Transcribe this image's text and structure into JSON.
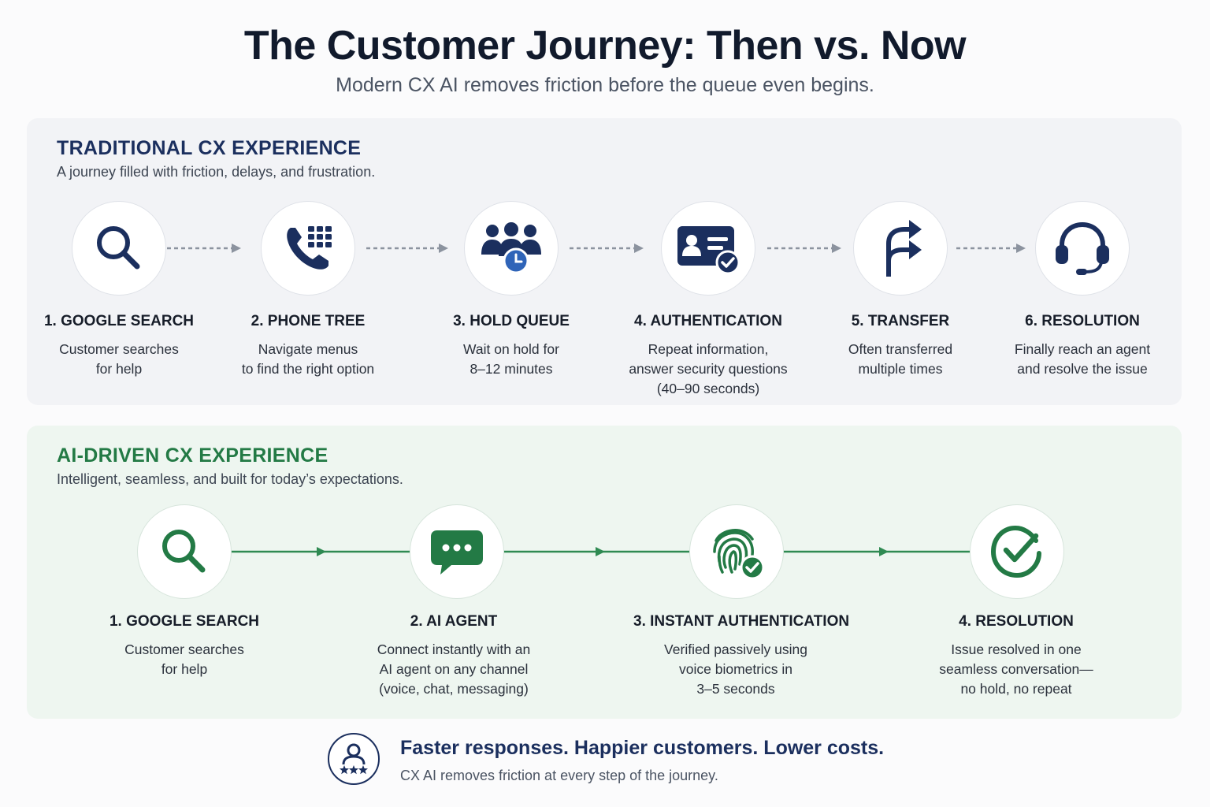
{
  "header": {
    "title": "The Customer Journey: Then vs. Now",
    "subtitle": "Modern CX AI removes friction before the queue even begins."
  },
  "traditional": {
    "heading": "TRADITIONAL CX EXPERIENCE",
    "description": "A journey filled with friction, delays, and frustration.",
    "accent_color": "#1b2f5e",
    "steps": [
      {
        "title": "1. GOOGLE SEARCH",
        "icon": "search-icon",
        "lines": [
          "Customer searches",
          "for help"
        ]
      },
      {
        "title": "2. PHONE TREE",
        "icon": "phone-keypad-icon",
        "lines": [
          "Navigate menus",
          "to find the right option"
        ]
      },
      {
        "title": "3. HOLD QUEUE",
        "icon": "people-clock-icon",
        "lines": [
          "Wait on hold for",
          "8–12 minutes"
        ]
      },
      {
        "title": "4. AUTHENTICATION",
        "icon": "id-card-check-icon",
        "lines": [
          "Repeat information,",
          "answer security questions",
          "(40–90 seconds)"
        ]
      },
      {
        "title": "5. TRANSFER",
        "icon": "transfer-arrows-icon",
        "lines": [
          "Often transferred",
          "multiple times"
        ]
      },
      {
        "title": "6. RESOLUTION",
        "icon": "headset-icon",
        "lines": [
          "Finally reach an agent",
          "and resolve the issue"
        ]
      }
    ]
  },
  "ai": {
    "heading": "AI-DRIVEN CX EXPERIENCE",
    "description": "Intelligent, seamless, and built for today’s expectations.",
    "accent_color": "#237a45",
    "steps": [
      {
        "title": "1. GOOGLE SEARCH",
        "icon": "search-icon",
        "lines": [
          "Customer searches",
          "for help"
        ]
      },
      {
        "title": "2. AI AGENT",
        "icon": "chat-bubble-icon",
        "lines": [
          "Connect instantly with an",
          "AI agent on any channel",
          "(voice, chat, messaging)"
        ]
      },
      {
        "title": "3. INSTANT AUTHENTICATION",
        "icon": "fingerprint-check-icon",
        "lines": [
          "Verified passively using",
          "voice biometrics in",
          "3–5 seconds"
        ]
      },
      {
        "title": "4. RESOLUTION",
        "icon": "check-circle-icon",
        "lines": [
          "Issue resolved in one",
          "seamless conversation—",
          "no hold, no repeat"
        ]
      }
    ]
  },
  "footer": {
    "icon": "customer-rating-icon",
    "title": "Faster responses. Happier customers. Lower costs.",
    "subtitle": "CX AI removes friction at every step of the journey."
  }
}
